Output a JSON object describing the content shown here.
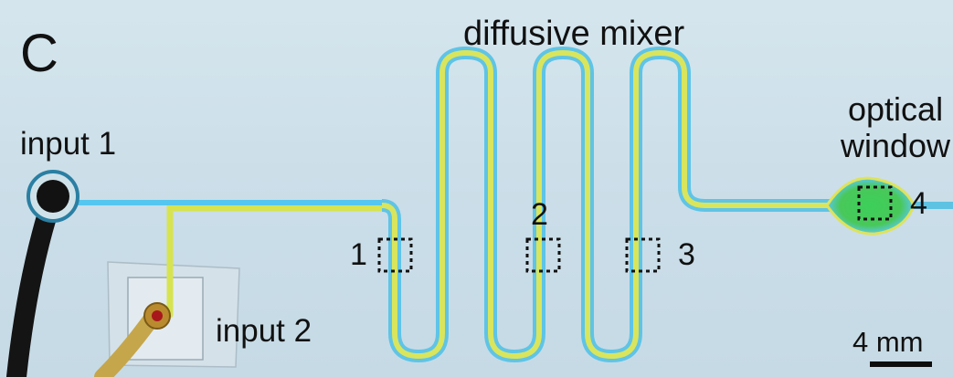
{
  "figure": {
    "panel_letter": "C",
    "title": "diffusive mixer",
    "input1_label": "input 1",
    "input2_label": "input 2",
    "optical_line1": "optical",
    "optical_line2": "window",
    "markers": [
      "1",
      "2",
      "3",
      "4"
    ],
    "scale_label": "4 mm"
  },
  "colors": {
    "channel_blue": "#4fc6ee",
    "channel_yellow": "#d9e65a",
    "mixed_green": "#4fcf56",
    "tube_black": "#151515",
    "tube_yellow": "#c9b04a"
  }
}
